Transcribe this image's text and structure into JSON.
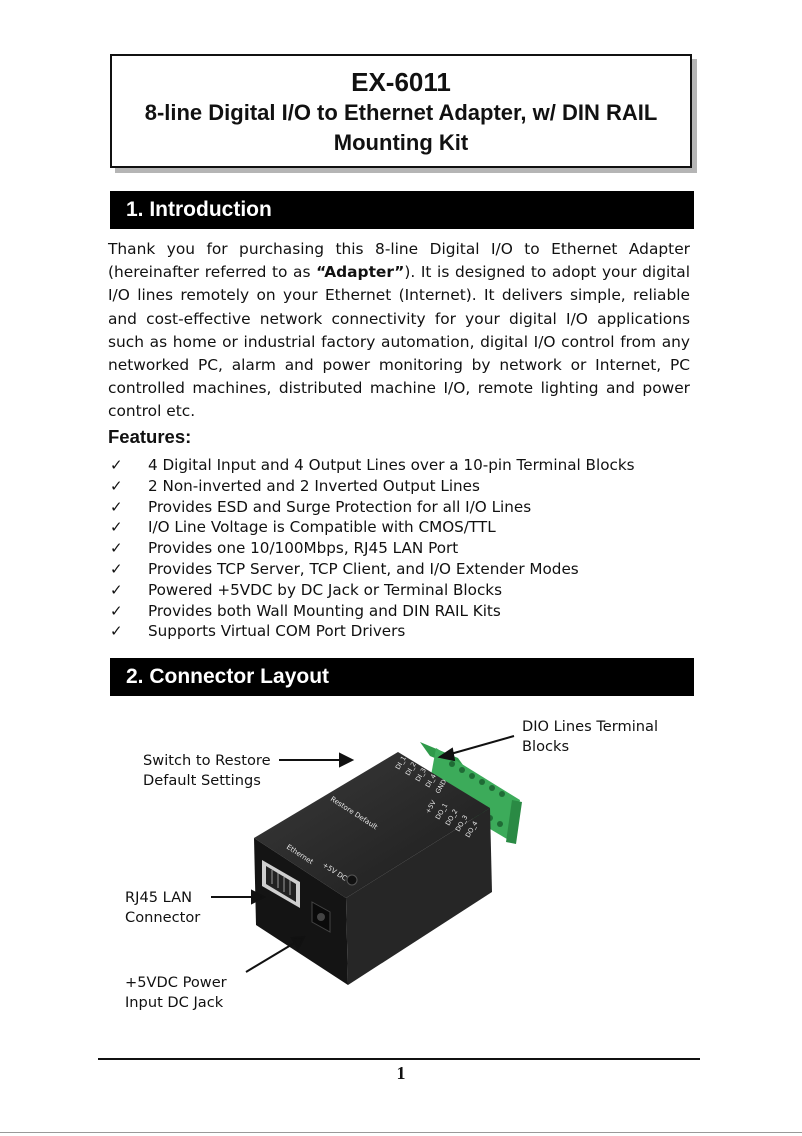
{
  "title": {
    "model": "EX-6011",
    "description": "8-line Digital I/O to Ethernet Adapter, w/ DIN RAIL Mounting Kit"
  },
  "section1": {
    "heading": "1. Introduction",
    "paragraph_before": "Thank you for purchasing this 8-line Digital I/O to Ethernet Adapter (hereinafter referred to as ",
    "paragraph_bold": "“Adapter”",
    "paragraph_after": "). It is designed to adopt your digital I/O lines remotely on your Ethernet (Internet). It delivers simple, reliable and cost-effective network connectivity for your digital I/O applications such as home or industrial factory automation, digital I/O control from any networked PC, alarm and power monitoring by network or Internet, PC controlled machines,  distributed machine I/O, remote lighting and power control etc.",
    "features_heading": "Features:",
    "check_glyph": "✓",
    "features": [
      "4 Digital Input and 4 Output Lines over a 10-pin Terminal Blocks",
      "2 Non-inverted and 2 Inverted Output Lines",
      "Provides ESD and Surge Protection for all I/O Lines",
      "I/O Line Voltage is Compatible with CMOS/TTL",
      "Provides one 10/100Mbps, RJ45 LAN Port",
      "Provides TCP Server, TCP Client, and I/O Extender Modes",
      "Powered +5VDC by DC Jack or Terminal Blocks",
      "Provides both Wall Mounting and DIN RAIL Kits",
      "Supports Virtual COM Port Drivers"
    ]
  },
  "section2": {
    "heading": "2. Connector Layout",
    "callouts": {
      "dio_line1": "DIO Lines Terminal",
      "dio_line2": "Blocks",
      "switch_line1": "Switch to Restore",
      "switch_line2": "Default Settings",
      "rj45_line1": "RJ45 LAN",
      "rj45_line2": "Connector",
      "power_line1": "+5VDC Power",
      "power_line2": "Input DC Jack"
    },
    "device_labels": {
      "restore": "Restore Default",
      "ethernet": "Ethernet",
      "power": "+5V DC",
      "terminal_top": [
        "DI_1",
        "DI_2",
        "DI_3",
        "DI_4",
        "GND"
      ],
      "terminal_bottom": [
        "+5V",
        "DO_1",
        "DO_2",
        "DO_3",
        "DO_4"
      ]
    }
  },
  "footer": {
    "page_number": "1"
  }
}
